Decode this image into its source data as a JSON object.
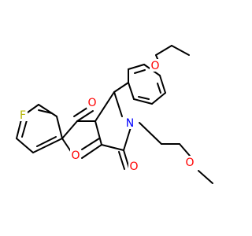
{
  "molecule": {
    "atoms": {
      "O_ether": "O",
      "F": "F",
      "O_ketone": "O",
      "N": "N",
      "O_ring": "O",
      "O_lactam": "O",
      "O_methoxy": "O"
    },
    "colors": {
      "bond": "#000000",
      "oxygen": "#ff0000",
      "nitrogen": "#0000ff",
      "fluorine": "#b4b400",
      "background": "#ffffff"
    }
  }
}
